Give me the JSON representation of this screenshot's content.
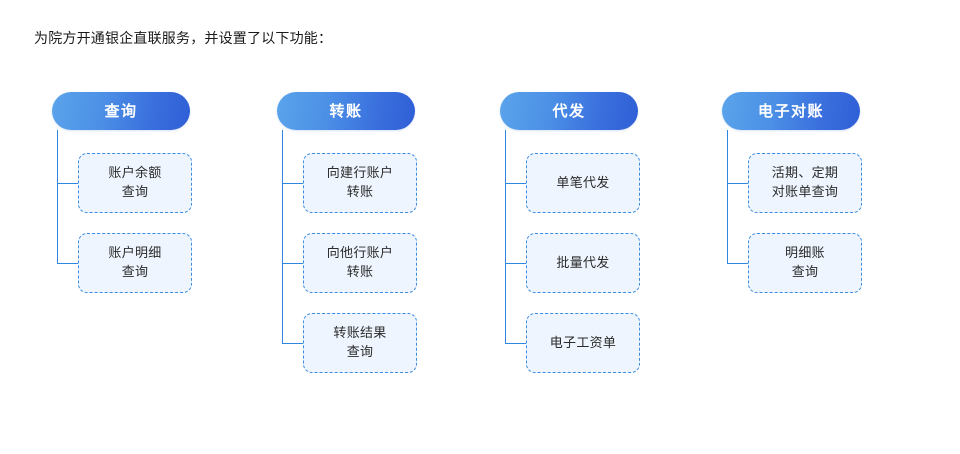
{
  "page": {
    "background_color": "#ffffff",
    "intro_text": "为院方开通银企直联服务，并设置了以下功能："
  },
  "theme": {
    "header_gradient_start": "#5ba4ea",
    "header_gradient_end": "#2f5ed6",
    "header_text_color": "#ffffff",
    "connector_color": "#2e86de",
    "leaf_border_color": "#3d8ce0",
    "leaf_fill_color": "#eef5fe",
    "leaf_text_color": "#2b2b2b"
  },
  "branches": [
    {
      "header": "查询",
      "children": [
        {
          "label": "账户余额\n查询"
        },
        {
          "label": "账户明细\n查询"
        }
      ]
    },
    {
      "header": "转账",
      "children": [
        {
          "label": "向建行账户\n转账"
        },
        {
          "label": "向他行账户\n转账"
        },
        {
          "label": "转账结果\n查询"
        }
      ]
    },
    {
      "header": "代发",
      "children": [
        {
          "label": "单笔代发"
        },
        {
          "label": "批量代发"
        },
        {
          "label": "电子工资单"
        }
      ]
    },
    {
      "header": "电子对账",
      "children": [
        {
          "label": "活期、定期\n对账单查询"
        },
        {
          "label": "明细账\n查询"
        }
      ]
    }
  ]
}
